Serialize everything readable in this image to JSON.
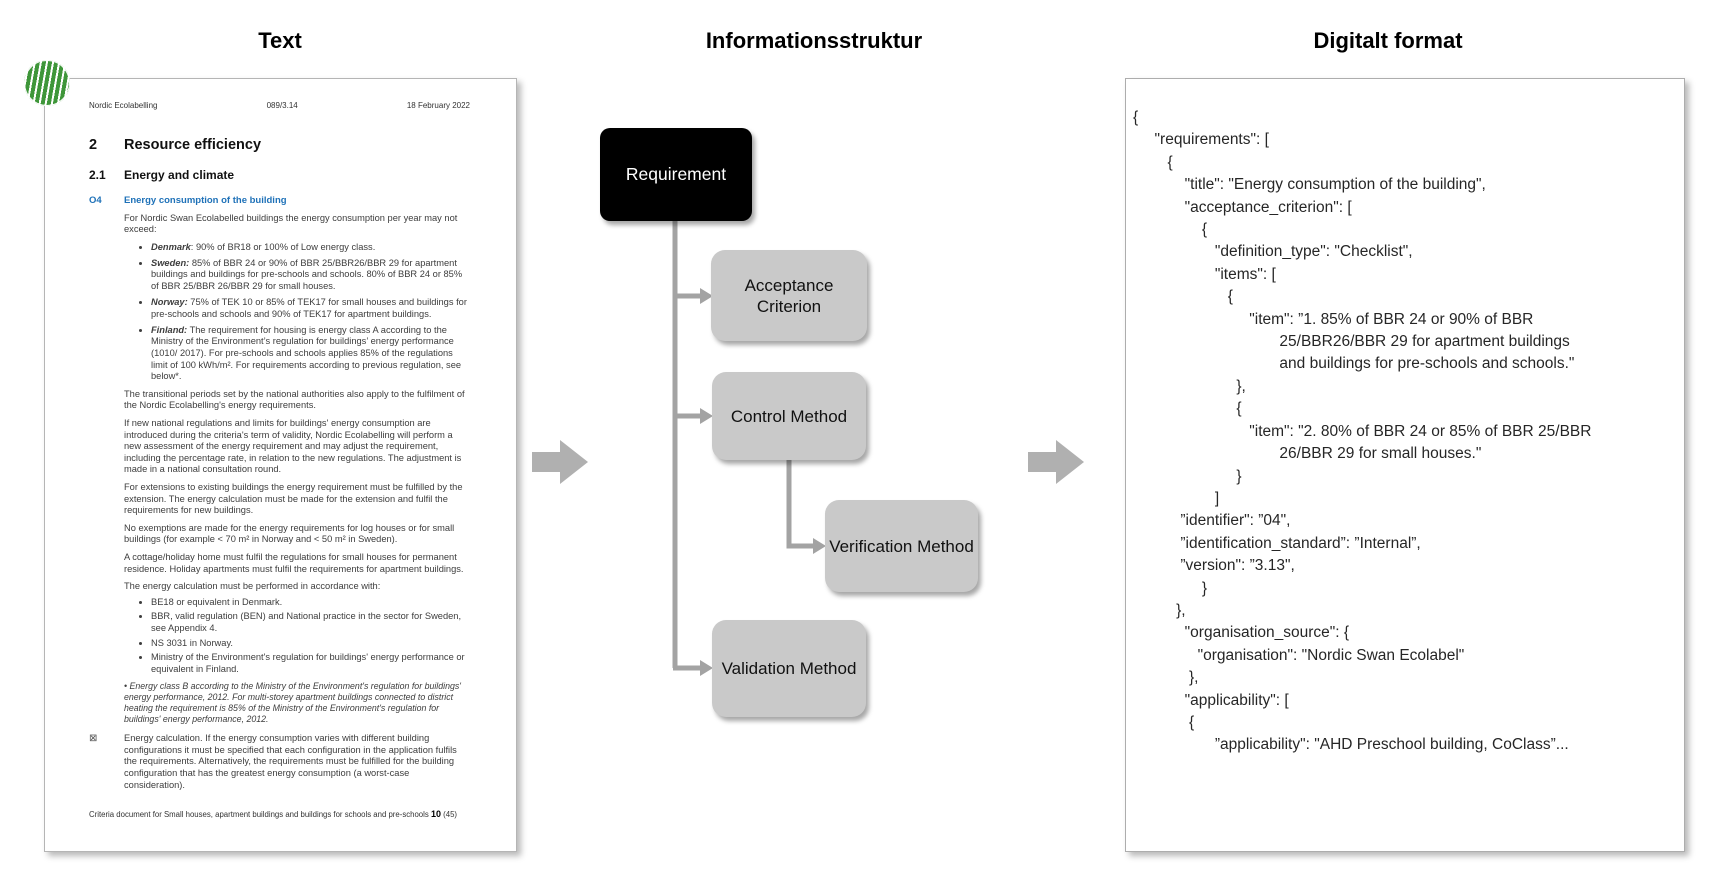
{
  "titles": {
    "left": "Text",
    "middle": "Informationsstruktur",
    "right": "Digitalt format"
  },
  "document": {
    "header": {
      "org": "Nordic Ecolabelling",
      "doc_number": "089/3.14",
      "date": "18 February 2022"
    },
    "section_number": "2",
    "section_title": "Resource efficiency",
    "subsection_number": "2.1",
    "subsection_title": "Energy and climate",
    "requirement_id": "O4",
    "requirement_title": "Energy consumption of the building",
    "intro": "For Nordic Swan Ecolabelled buildings the energy consumption per year may not exceed:",
    "country_bullets": [
      {
        "lead": "Denmark",
        "rest": ": 90% of BR18 or 100% of Low energy class."
      },
      {
        "lead": "Sweden:",
        "rest": " 85% of BBR 24 or 90% of BBR 25/BBR26/BBR 29 for apartment buildings and buildings for pre-schools and schools. 80% of BBR 24 or 85% of BBR 25/BBR 26/BBR 29 for small houses."
      },
      {
        "lead": "Norway:",
        "rest": " 75% of TEK 10 or 85% of TEK17 for small houses and buildings for pre-schools and schools and 90% of TEK17 for apartment buildings."
      },
      {
        "lead": "Finland:",
        "rest": " The requirement for housing is energy class A according to the Ministry of the Environment’s regulation for buildings’ energy performance (1010/ 2017). For pre-schools and schools applies 85% of the regulations limit of 100 kWh/m². For requirements according to previous regulation, see below*."
      }
    ],
    "paragraphs": [
      "The transitional periods set by the national authorities also apply to the fulfilment of the Nordic Ecolabelling's energy requirements.",
      "If new national regulations and limits for buildings' energy consumption are introduced during the criteria's term of validity, Nordic Ecolabelling will perform a new assessment of the energy requirement and may adjust the requirement, including the percentage rate, in relation to the new regulations. The adjustment is made in a national consultation round.",
      "For extensions to existing buildings the energy requirement must be fulfilled by the extension. The energy calculation must be made for the extension and fulfil the requirements for new buildings.",
      "No exemptions are made for the energy requirements for log houses or for small buildings (for example < 70 m² in Norway and < 50 m² in Sweden).",
      "A cottage/holiday home must fulfil the regulations for small houses for permanent residence. Holiday apartments must fulfil the requirements for apartment buildings."
    ],
    "calc_intro": "The energy calculation must be performed in accordance with:",
    "calc_bullets": [
      "BE18 or equivalent in Denmark.",
      "BBR, valid regulation (BEN) and National practice in the sector for Sweden, see Appendix 4.",
      "NS 3031 in Norway.",
      "Ministry of the Environment's regulation for buildings' energy performance or equivalent in Finland."
    ],
    "footnote": "• Energy class B according to the Ministry of the Environment's regulation for buildings' energy performance, 2012. For multi-storey apartment buildings connected to district heating the requirement is 85% of the Ministry of the Environment's regulation for buildings' energy performance, 2012.",
    "envelope_symbol": "⊠",
    "envelope_paragraph": "Energy calculation. If the energy consumption varies with different building configurations it must be specified that each configuration in the application fulfils the requirements. Alternatively, the requirements must be fulfilled for the building configuration that has the greatest energy consumption (a worst-case consideration).",
    "footer": {
      "text": "Criteria document for Small houses, apartment buildings and buildings for schools and pre-schools",
      "page": "10",
      "total": "(45)"
    }
  },
  "diagram": {
    "requirement_label": "Requirement",
    "acceptance_label": "Acceptance Criterion",
    "control_label": "Control Method",
    "verification_label": "Verification Method",
    "validation_label": "Validation Method",
    "colors": {
      "root_bg": "#000000",
      "node_bg": "#c9c9c9",
      "connector": "#a3a3a3",
      "flow_arrow": "#b0b0b0",
      "accent_blue": "#1e71b8",
      "logo_green": "#3e9639"
    }
  },
  "json_panel": {
    "lines": [
      "{",
      "     \"requirements\": [",
      "        {",
      "            \"title\": \"Energy consumption of the building\",",
      "            \"acceptance_criterion\": [",
      "                {",
      "                   \"definition_type\": \"Checklist\",",
      "                   \"items\": [",
      "                      {",
      "                           \"item\": ”1. 85% of BBR 24 or 90% of BBR",
      "                                  25/BBR26/BBR 29 for apartment buildings",
      "                                  and buildings for pre-schools and schools.\"",
      "                        },",
      "                        {",
      "                           \"item\": \"2. 80% of BBR 24 or 85% of BBR 25/BBR",
      "                                  26/BBR 29 for small houses.\"",
      "                        }",
      "                   ]",
      "           ”identifier\": ”04\",",
      "           ”identification_standard”: ”Internal”,",
      "           ”version\": ”3.13\",",
      "                }",
      "          },",
      "            \"organisation_source\": {",
      "               \"organisation\": \"Nordic Swan Ecolabel\"",
      "             },",
      "            \"applicability\": [",
      "             {",
      "                   ”applicability\": \"AHD Preschool building, CoClass”..."
    ]
  }
}
